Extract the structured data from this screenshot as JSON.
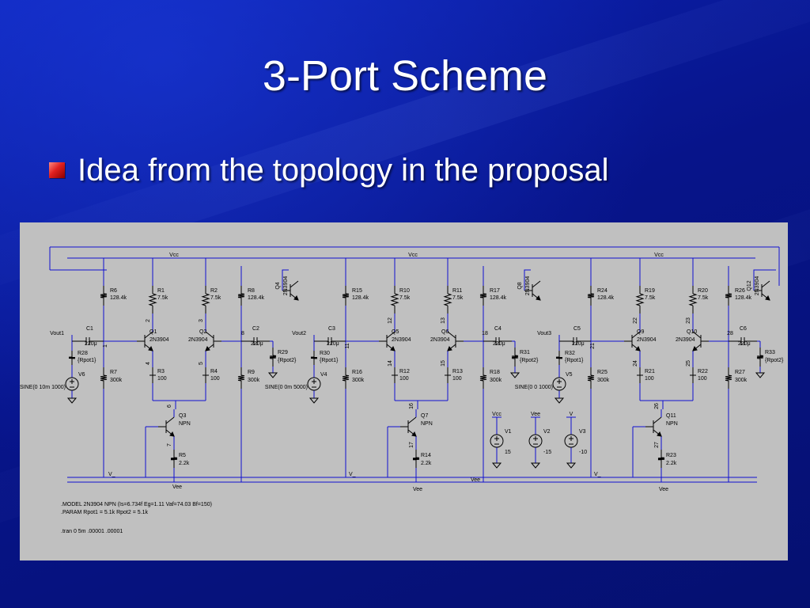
{
  "slide": {
    "title": "3-Port Scheme",
    "bullets": [
      "Idea from the topology in the proposal"
    ]
  },
  "colors": {
    "background": "#0a1a9a",
    "title_text": "#ffffff",
    "bullet_marker": "#e02020",
    "schematic_background": "#c0c0c0",
    "wire": "#1010d0"
  },
  "schematic": {
    "net_labels": {
      "vcc": "Vcc",
      "vee": "Vee",
      "v_minus": "V_",
      "v": "V"
    },
    "stages": [
      {
        "input_net": "Vout1",
        "cap_in": "C1",
        "cap_in_val": "220μ",
        "pot_in": "R28",
        "pot_in_val": "{Rpot1}",
        "src": "V6",
        "src_val": "SINE(0 10m 1000)",
        "rb_top": "R6",
        "rb_top_val": "128.4k",
        "rb_bot": "R7",
        "rb_bot_val": "300k",
        "rc1": "R1",
        "rc1_val": "7.5k",
        "rc2": "R2",
        "rc2_val": "7.5k",
        "q1": "Q1",
        "q1_model": "2N3904",
        "q2": "Q2",
        "q2_model": "2N3904",
        "re1": "R3",
        "re1_val": "100",
        "re2": "R4",
        "re2_val": "100",
        "rb2_top": "R8",
        "rb2_top_val": "128.4k",
        "rb2_bot": "R9",
        "rb2_bot_val": "300k",
        "cap_out": "C2",
        "cap_out_val": "220μ",
        "pot_out": "R29",
        "pot_out_val": "{Rpot2}",
        "qs": "Q3",
        "qs_model": "NPN",
        "rs": "R5",
        "rs_val": "2.2k",
        "qb": "Q4",
        "qb_model": "2N3904",
        "nodes": [
          "1",
          "2",
          "3",
          "4",
          "5",
          "6",
          "7",
          "8"
        ]
      },
      {
        "input_net": "Vout2",
        "cap_in": "C3",
        "cap_in_val": "220μ",
        "pot_in": "R30",
        "pot_in_val": "{Rpot1}",
        "src": "V4",
        "src_val": "SINE(0 0m 5000)",
        "rb_top": "R15",
        "rb_top_val": "128.4k",
        "rb_bot": "R16",
        "rb_bot_val": "300k",
        "rc1": "R10",
        "rc1_val": "7.5k",
        "rc2": "R11",
        "rc2_val": "7.5k",
        "q1": "Q5",
        "q1_model": "2N3904",
        "q2": "Q6",
        "q2_model": "2N3904",
        "re1": "R12",
        "re1_val": "100",
        "re2": "R13",
        "re2_val": "100",
        "rb2_top": "R17",
        "rb2_top_val": "128.4k",
        "rb2_bot": "R18",
        "rb2_bot_val": "300k",
        "cap_out": "C4",
        "cap_out_val": "220μ",
        "pot_out": "R31",
        "pot_out_val": "{Rpot2}",
        "qs": "Q7",
        "qs_model": "NPN",
        "rs": "R14",
        "rs_val": "2.2k",
        "qb": "Q8",
        "qb_model": "2N3904",
        "nodes": [
          "11",
          "12",
          "13",
          "14",
          "15",
          "16",
          "17",
          "18"
        ]
      },
      {
        "input_net": "Vout3",
        "cap_in": "C5",
        "cap_in_val": "220μ",
        "pot_in": "R32",
        "pot_in_val": "{Rpot1}",
        "src": "V5",
        "src_val": "SINE(0 0 1000)",
        "rb_top": "R24",
        "rb_top_val": "128.4k",
        "rb_bot": "R25",
        "rb_bot_val": "300k",
        "rc1": "R19",
        "rc1_val": "7.5k",
        "rc2": "R20",
        "rc2_val": "7.5k",
        "q1": "Q9",
        "q1_model": "2N3904",
        "q2": "Q10",
        "q2_model": "2N3904",
        "re1": "R21",
        "re1_val": "100",
        "re2": "R22",
        "re2_val": "100",
        "rb2_top": "R26",
        "rb2_top_val": "128.4k",
        "rb2_bot": "R27",
        "rb2_bot_val": "300k",
        "cap_out": "C6",
        "cap_out_val": "220μ",
        "pot_out": "R33",
        "pot_out_val": "{Rpot2}",
        "qs": "Q11",
        "qs_model": "NPN",
        "rs": "R23",
        "rs_val": "2.2k",
        "qb": "Q12",
        "qb_model": "2N3904",
        "nodes": [
          "21",
          "22",
          "23",
          "24",
          "25",
          "26",
          "27",
          "28"
        ]
      }
    ],
    "supplies": [
      {
        "net": "Vcc",
        "name": "V1",
        "value": "15"
      },
      {
        "net": "Vee",
        "name": "V2",
        "value": "-15"
      },
      {
        "net": "V",
        "name": "V3",
        "value": "-10"
      }
    ],
    "directives": [
      ".MODEL 2N3904 NPN (Is=6.734f  Eg=1.11  Vaf=74.03  Bf=150)",
      ".PARAM Rpot1 = 5.1k   Rpot2 = 5.1k",
      ".tran 0 5m .00001 .00001"
    ]
  }
}
